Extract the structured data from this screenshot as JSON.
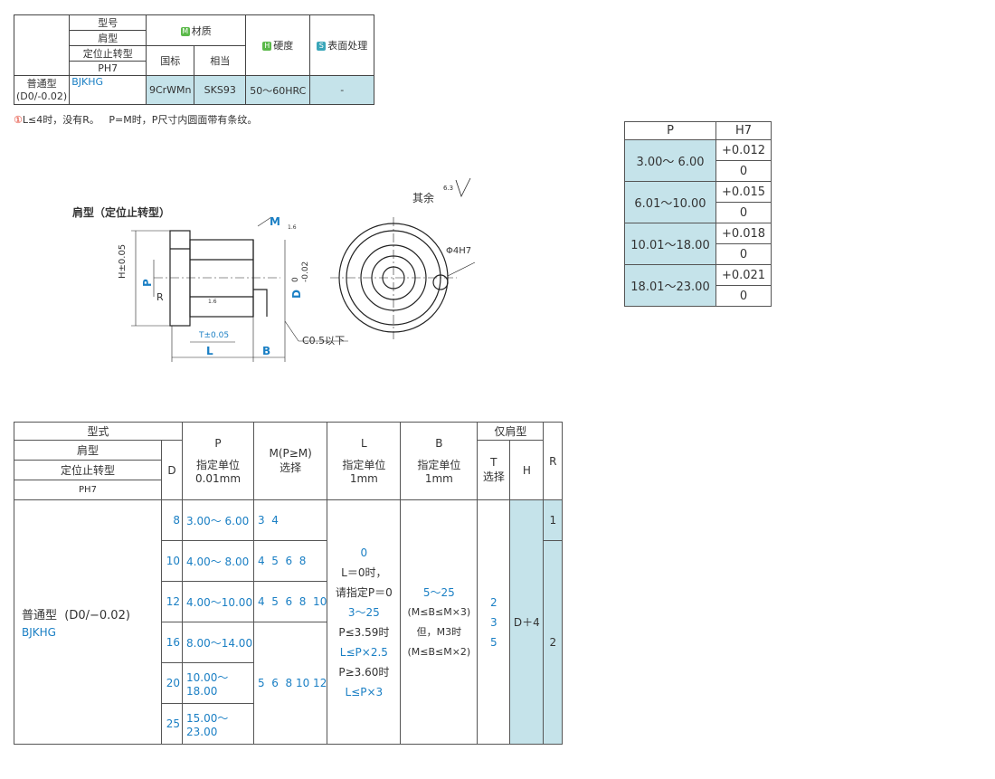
{
  "spec_table": {
    "h_model": "型号",
    "h_shoulder": "肩型",
    "h_locating": "定位止转型",
    "h_ph7": "PH7",
    "h_material_badge": "M",
    "h_material": "材质",
    "h_gb": "国标",
    "h_equiv": "相当",
    "h_hardness_badge": "H",
    "h_hardness": "硬度",
    "h_surface_badge": "S",
    "h_surface": "表面处理",
    "r_type": "普通型",
    "r_tol": "(D0/-0.02)",
    "r_code": "BJKHG",
    "r_gb": "9CrWMn",
    "r_equiv": "SKS93",
    "r_hardness": "50～60HRC",
    "r_surface": "-"
  },
  "note": {
    "icon": "①",
    "text": "L≤4时，没有R。   P=M时，P尺寸内圆面带有条纹。"
  },
  "drawing": {
    "title": "肩型（定位止转型）",
    "rest_text": "其余",
    "rest_rough": "6.3",
    "M": "M",
    "rough16": "1.6",
    "H_tol": "H±0.05",
    "P": "P",
    "R": "R",
    "D": "D",
    "D_tol_top": "0",
    "D_tol_bot": "-0.02",
    "T_tol": "T±0.05",
    "L": "L",
    "B": "B",
    "chamfer": "C0.5以下",
    "phi": "Φ4H7"
  },
  "tolerance_table": {
    "headers": [
      "P",
      "H7"
    ],
    "rows": [
      {
        "p": "3.00～ 6.00",
        "plus": "+0.012",
        "zero": "0"
      },
      {
        "p": "6.01～10.00",
        "plus": "+0.015",
        "zero": "0"
      },
      {
        "p": "10.01～18.00",
        "plus": "+0.018",
        "zero": "0"
      },
      {
        "p": "18.01～23.00",
        "plus": "+0.021",
        "zero": "0"
      }
    ]
  },
  "main_table": {
    "h_style": "型式",
    "h_shoulder": "肩型",
    "h_locating": "定位止转型",
    "h_ph7": "PH7",
    "h_D": "D",
    "h_P": "P",
    "h_P_unit": "指定单位",
    "h_P_unit2": "0.01mm",
    "h_M": "M(P≥M)",
    "h_M2": "选择",
    "h_L": "L",
    "h_L_unit": "指定单位",
    "h_L_unit2": "1mm",
    "h_B": "B",
    "h_B_unit": "指定单位",
    "h_B_unit2": "1mm",
    "h_only": "仅肩型",
    "h_T": "T",
    "h_T2": "选择",
    "h_H": "H",
    "h_R": "R",
    "type_name": "普通型  (D0/−0.02)",
    "type_code": "BJKHG",
    "rows": [
      {
        "d": "8",
        "p": "3.00～ 6.00",
        "m": "3  4"
      },
      {
        "d": "10",
        "p": "4.00～ 8.00",
        "m": "4  5  6  8"
      },
      {
        "d": "12",
        "p": "4.00～10.00",
        "m": "4  5  6  8  10"
      },
      {
        "d": "16",
        "p": "8.00～14.00",
        "m": ""
      },
      {
        "d": "20",
        "p": "10.00～18.00",
        "m": "5  6  8 10 12"
      },
      {
        "d": "25",
        "p": "15.00～23.00",
        "m": ""
      }
    ],
    "L_lines": [
      "0",
      "L＝0时，",
      "请指定P＝0",
      "3～25",
      "P≤3.59时",
      "L≤P×2.5",
      "P≥3.60时",
      "L≤P×3"
    ],
    "B_lines": [
      "5～25",
      "(M≤B≤M×3)",
      "但，M3时",
      "(M≤B≤M×2)"
    ],
    "T_values": [
      "2",
      "3",
      "5"
    ],
    "H_value": "D＋4",
    "R_values": [
      "1",
      "2"
    ]
  }
}
